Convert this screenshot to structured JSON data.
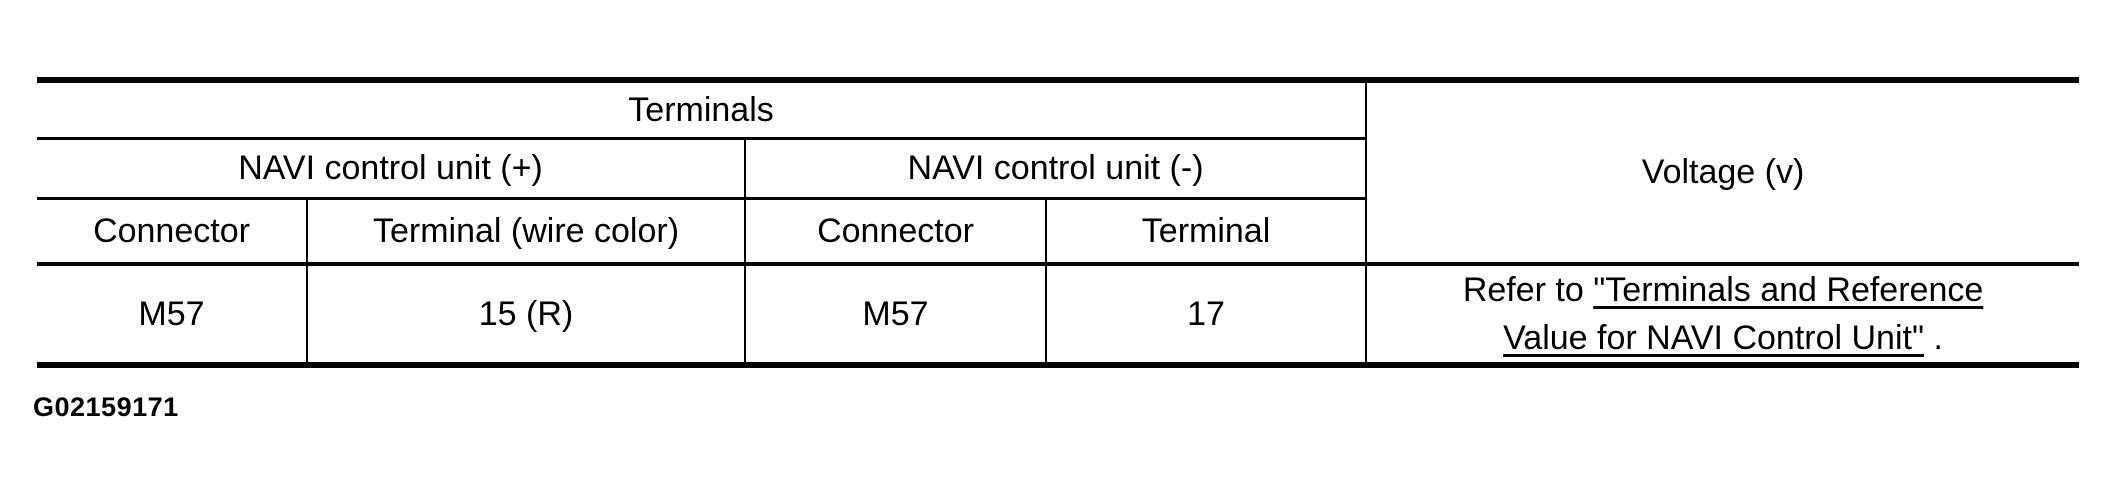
{
  "table": {
    "header": {
      "terminals": "Terminals",
      "voltage": "Voltage (v)",
      "navi_plus": "NAVI control unit (+)",
      "navi_minus": "NAVI control unit (-)",
      "connector_plus": "Connector",
      "terminal_plus": "Terminal (wire color)",
      "connector_minus": "Connector",
      "terminal_minus": "Terminal"
    },
    "data_row": {
      "connector_plus": "M57",
      "terminal_plus": "15 (R)",
      "connector_minus": "M57",
      "terminal_minus": "17",
      "voltage_prefix": "Refer to ",
      "voltage_link": "\"Terminals and Reference Value for NAVI Control Unit\"",
      "voltage_suffix": " ."
    }
  },
  "figure_id": "G02159171",
  "colors": {
    "text": "#000000",
    "border": "#000000",
    "background": "#ffffff"
  }
}
